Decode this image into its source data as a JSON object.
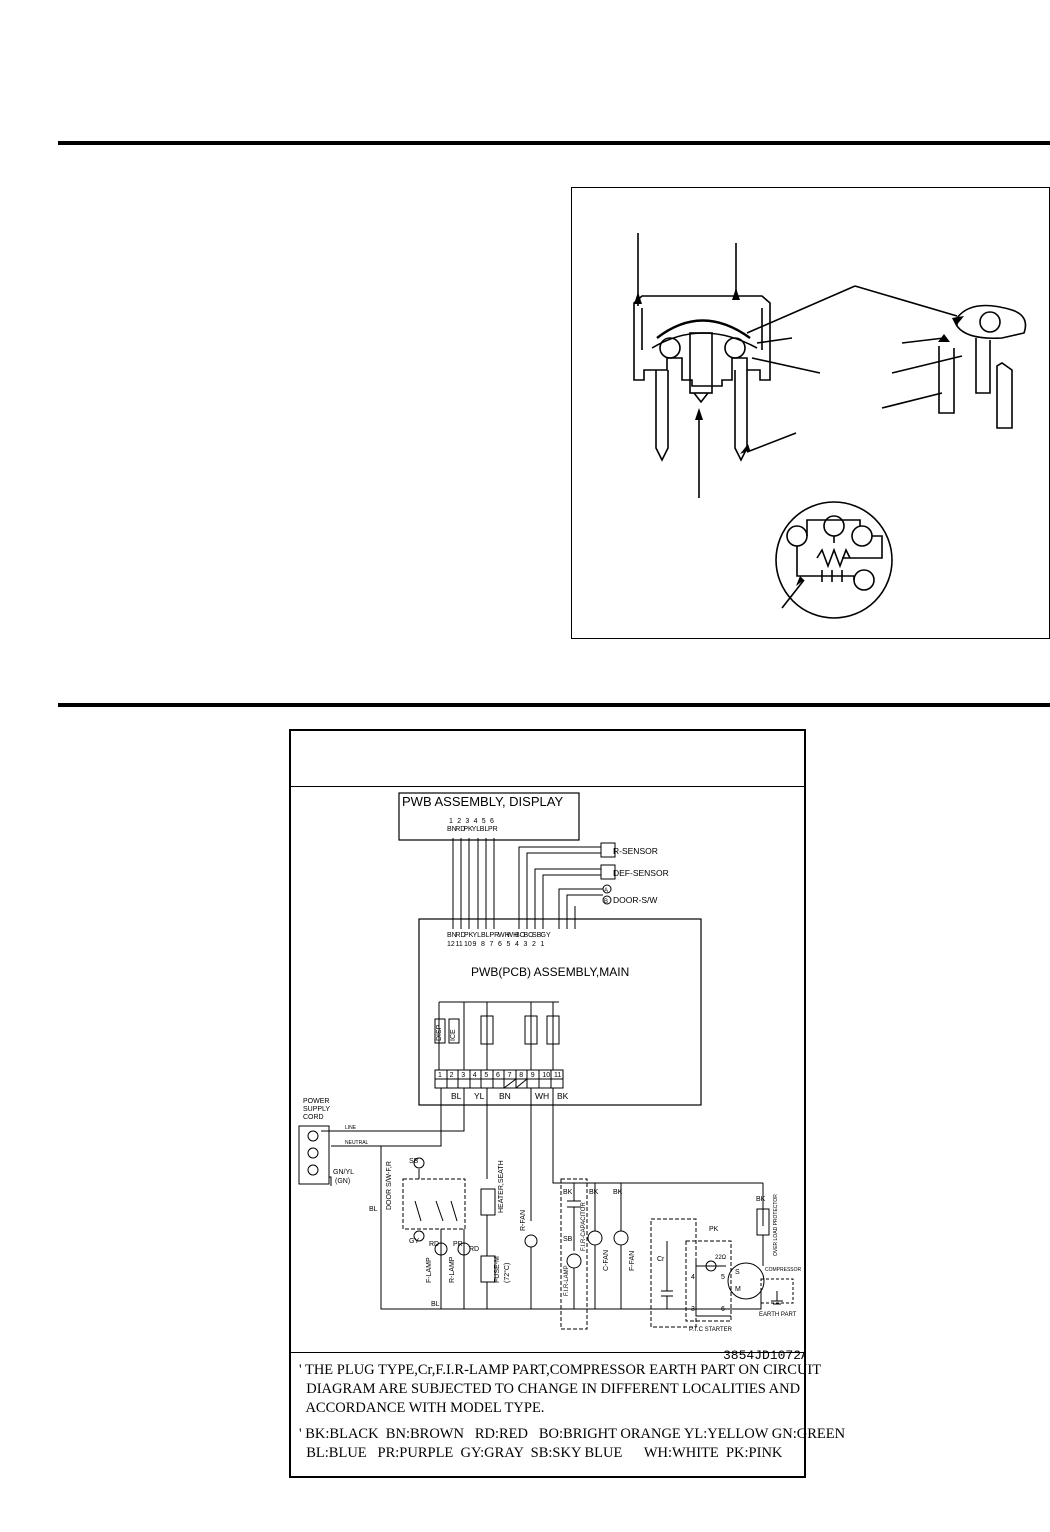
{
  "wiring": {
    "display_board_label": "PWB ASSEMBLY, DISPLAY",
    "display_pins": [
      "1",
      "2",
      "3",
      "4",
      "5",
      "6"
    ],
    "display_colors": [
      "BN",
      "RD",
      "PK",
      "YL",
      "BL",
      "PR"
    ],
    "sensor_labels": [
      "R-SENSOR",
      "DEF-SENSOR",
      "DOOR-S/W"
    ],
    "marker_a": "A",
    "marker_b": "B",
    "main_colors": [
      "BN",
      "RD",
      "PK",
      "YL",
      "BL",
      "PR",
      "WH",
      "WH",
      "BO",
      "BO",
      "SB",
      "GY"
    ],
    "main_pins": [
      "12",
      "11",
      "10",
      "9",
      "8",
      "7",
      "6",
      "5",
      "4",
      "3",
      "2",
      "1"
    ],
    "main_board_label": "PWB(PCB) ASSEMBLY,MAIN",
    "relay_labels": [
      "DISP",
      "ICE"
    ],
    "terminal_pins": [
      "1",
      "2",
      "3",
      "4",
      "5",
      "6",
      "7",
      "8",
      "9",
      "10",
      "11"
    ],
    "terminal_colors": [
      "BL",
      "YL",
      "BN",
      "WH",
      "BK"
    ],
    "power_cord_label": [
      "POWER",
      "SUPPLY",
      "CORD"
    ],
    "line_label": "LINE",
    "neutral_label": "NEUTRAL",
    "ground_label": [
      "GN/YL",
      "(GN)"
    ],
    "door_switch_label": "DOOR S/W-F,R",
    "heater_label": "HEATER,SEATH",
    "fuse_label": [
      "FUSE-M",
      "(72°C)"
    ],
    "component_labels": [
      "F-LAMP",
      "R-LAMP",
      "R-FAN",
      "F.I.R-CAPACITOR",
      "F.I.R-LAMP",
      "C-FAN",
      "F-FAN",
      "Cr",
      "OVER LOAD PROTECTOR",
      "COMPRESSOR",
      "EARTH PART",
      "P.T.C STARTER"
    ],
    "wire_tags": [
      "SB",
      "GY",
      "RD",
      "PR",
      "RD",
      "BL",
      "BK",
      "BK",
      "BK",
      "SB",
      "PK",
      "BK",
      "BL"
    ],
    "ptc_pins": [
      "4",
      "5",
      "3",
      "6",
      "S",
      "M"
    ],
    "ptc_symbol": "22Ω",
    "drawing_number": "3854JD1072A",
    "notes": "' THE PLUG TYPE,Cr,F.I.R-LAMP PART,COMPRESSOR EARTH PART ON CIRCUIT\n  DIAGRAM ARE SUBJECTED TO CHANGE IN DIFFERENT LOCALITIES AND\n  ACCORDANCE WITH MODEL TYPE.",
    "legend_line1": "' BK:BLACK  BN:BROWN   RD:RED   BO:BRIGHT ORANGE YL:YELLOW GN:GREEN",
    "legend_line2": "  BL:BLUE   PR:PURPLE  GY:GRAY  SB:SKY BLUE      WH:WHITE  PK:PINK"
  }
}
